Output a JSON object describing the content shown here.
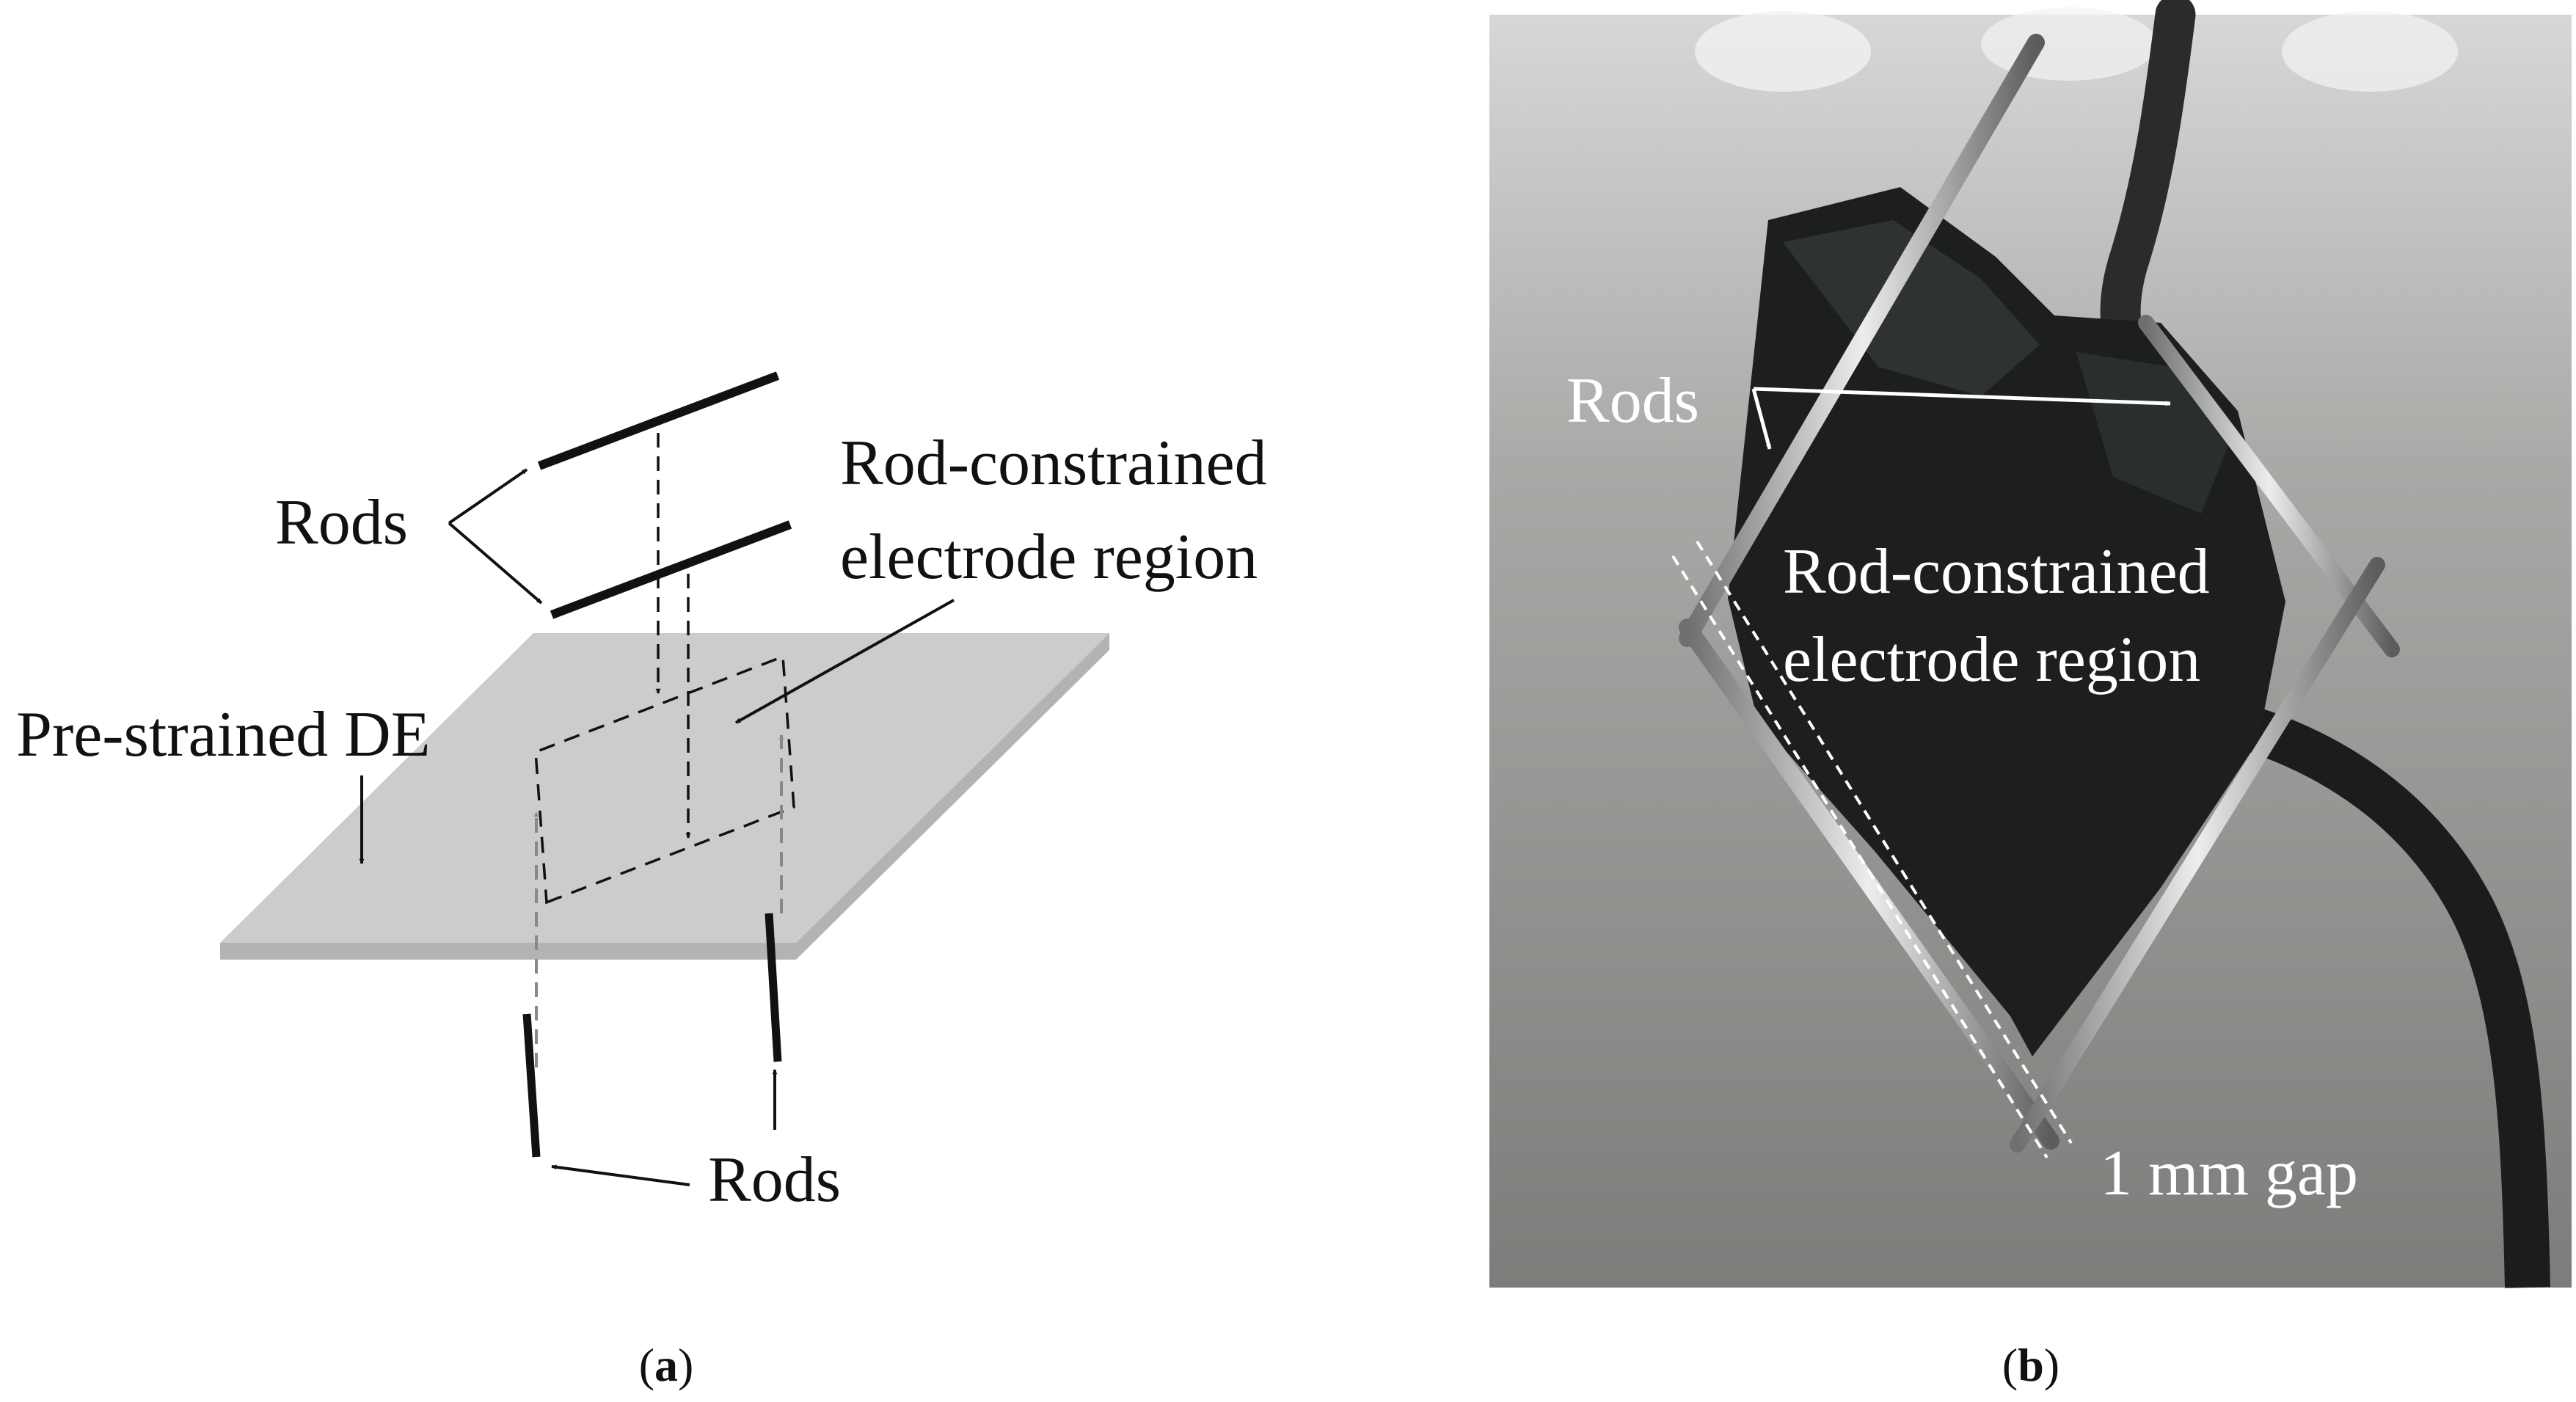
{
  "panel_a": {
    "label_rods_top": "Rods",
    "label_region_line1": "Rod-constrained",
    "label_region_line2": "electrode region",
    "label_de": "Pre-strained DE",
    "label_rods_bottom": "Rods",
    "caption_open": "(",
    "caption_letter": "a",
    "caption_close": ")"
  },
  "panel_b": {
    "label_rods": "Rods",
    "label_region_line1": "Rod-constrained",
    "label_region_line2": "electrode region",
    "label_gap": "1 mm gap",
    "caption_open": "(",
    "caption_letter": "b",
    "caption_close": ")"
  },
  "colors": {
    "plate_top": "#cccccc",
    "plate_edge": "#b3b3b3",
    "rod": "#111111",
    "dashed_dark": "#111111",
    "dashed_gray": "#888888",
    "photo_background": "#8f8f8d",
    "electrode": "#1d1f1e",
    "rod_metal": "#c9c9c9"
  }
}
